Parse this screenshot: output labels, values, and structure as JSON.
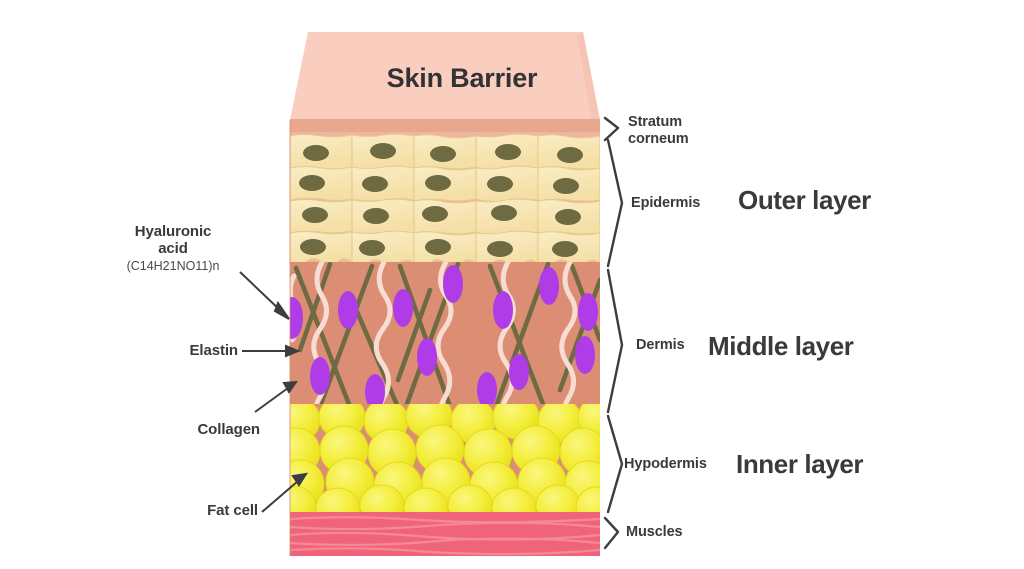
{
  "title": "Skin Barrier",
  "colors": {
    "background": "#ffffff",
    "top_face": "#F9CEBF",
    "top_face_shade": "#F2BCAA",
    "stratum_corneum": "#E8A890",
    "epidermis_cell": "#F7E3AE",
    "epidermis_cell_edge": "#E8CE93",
    "epidermis_nucleus": "#6E6A42",
    "dermis": "#DC8E74",
    "dermis_side": "#C87E66",
    "collagen": "#6E6A42",
    "elastin": "#F7DCD2",
    "hyaluronic": "#B03CE8",
    "fat_cell": "#F2EC2C",
    "fat_cell_light": "#F7F36A",
    "muscle": "#F0647A",
    "muscle_stripe": "#F58A9C",
    "text": "#3a3a3c",
    "leader": "#3d3d3f"
  },
  "left_labels": [
    {
      "id": "hyaluronic-acid",
      "line1": "Hyaluronic",
      "line2": "acid",
      "formula": "(C14H21NO11)n"
    },
    {
      "id": "elastin",
      "text": "Elastin"
    },
    {
      "id": "collagen",
      "text": "Collagen"
    },
    {
      "id": "fat-cell",
      "text": "Fat cell"
    }
  ],
  "right_labels": [
    {
      "id": "stratum-corneum",
      "line1": "Stratum",
      "line2": "corneum",
      "major": ""
    },
    {
      "id": "epidermis",
      "line1": "Epidermis",
      "line2": "",
      "major": "Outer layer"
    },
    {
      "id": "dermis",
      "line1": "Dermis",
      "line2": "",
      "major": "Middle layer"
    },
    {
      "id": "hypodermis",
      "line1": "Hypodermis",
      "line2": "",
      "major": "Inner layer"
    },
    {
      "id": "muscles",
      "line1": "Muscles",
      "line2": "",
      "major": ""
    }
  ],
  "structure": {
    "epidermis_rows": 4,
    "epidermis_cols": 5,
    "fat_cell_rows": 4,
    "hyaluronic_count": 13,
    "collagen_strands": 11,
    "elastin_strands": 6
  }
}
